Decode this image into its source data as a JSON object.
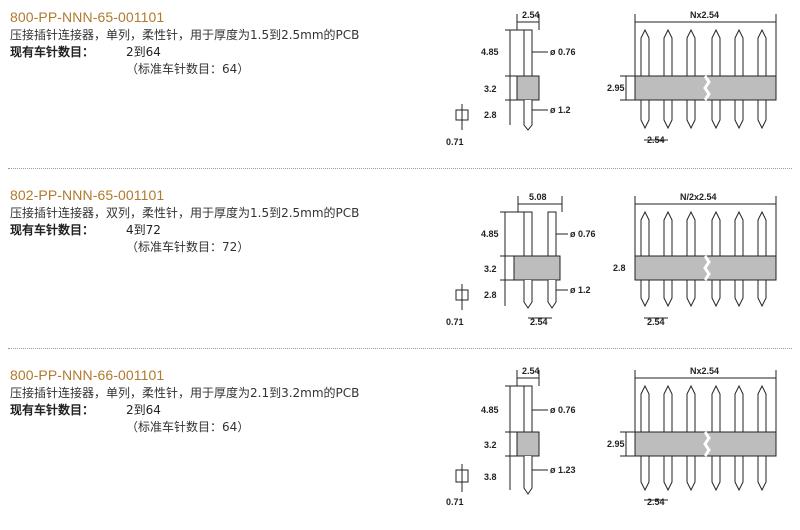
{
  "products": [
    {
      "part_number": "800-PP-NNN-65-001101",
      "description": "压接插针连接器，单列，柔性针，用于厚度为1.5到2.5mm的PCB",
      "count_label": "现有车针数目：",
      "count_value": "2到64",
      "standard_count": "（标准车针数目：64）",
      "side_view": {
        "pitch": "2.54",
        "h_top": "4.85",
        "dia_top": "ø 0.76",
        "h_mid": "3.2",
        "h_bot": "2.8",
        "dia_bot": "ø 1.2",
        "thick": "0.71"
      },
      "front_view": {
        "width_label": "Nx2.54",
        "body_h": "2.95",
        "pitch": "2.54"
      }
    },
    {
      "part_number": "802-PP-NNN-65-001101",
      "description": "压接插针连接器，双列，柔性针，用于厚度为1.5到2.5mm的PCB",
      "count_label": "现有车针数目：",
      "count_value": "4到72",
      "standard_count": "（标准车针数目：72）",
      "side_view": {
        "pitch": "5.08",
        "h_top": "4.85",
        "dia_top": "ø 0.76",
        "h_mid": "3.2",
        "h_bot": "2.8",
        "dia_bot": "ø 1.2",
        "thick": "0.71",
        "pitch_bot": "2.54"
      },
      "front_view": {
        "width_label": "N/2x2.54",
        "body_h": "2.8",
        "pitch": "2.54"
      }
    },
    {
      "part_number": "800-PP-NNN-66-001101",
      "description": "压接插针连接器，单列，柔性针，用于厚度为2.1到3.2mm的PCB",
      "count_label": "现有车针数目：",
      "count_value": "2到64",
      "standard_count": "（标准车针数目：64）",
      "side_view": {
        "pitch": "2.54",
        "h_top": "4.85",
        "dia_top": "ø 0.76",
        "h_mid": "3.2",
        "h_bot": "3.8",
        "dia_bot": "ø 1.23",
        "thick": "0.71"
      },
      "front_view": {
        "width_label": "Nx2.54",
        "body_h": "2.95",
        "pitch": "2.54"
      }
    }
  ]
}
